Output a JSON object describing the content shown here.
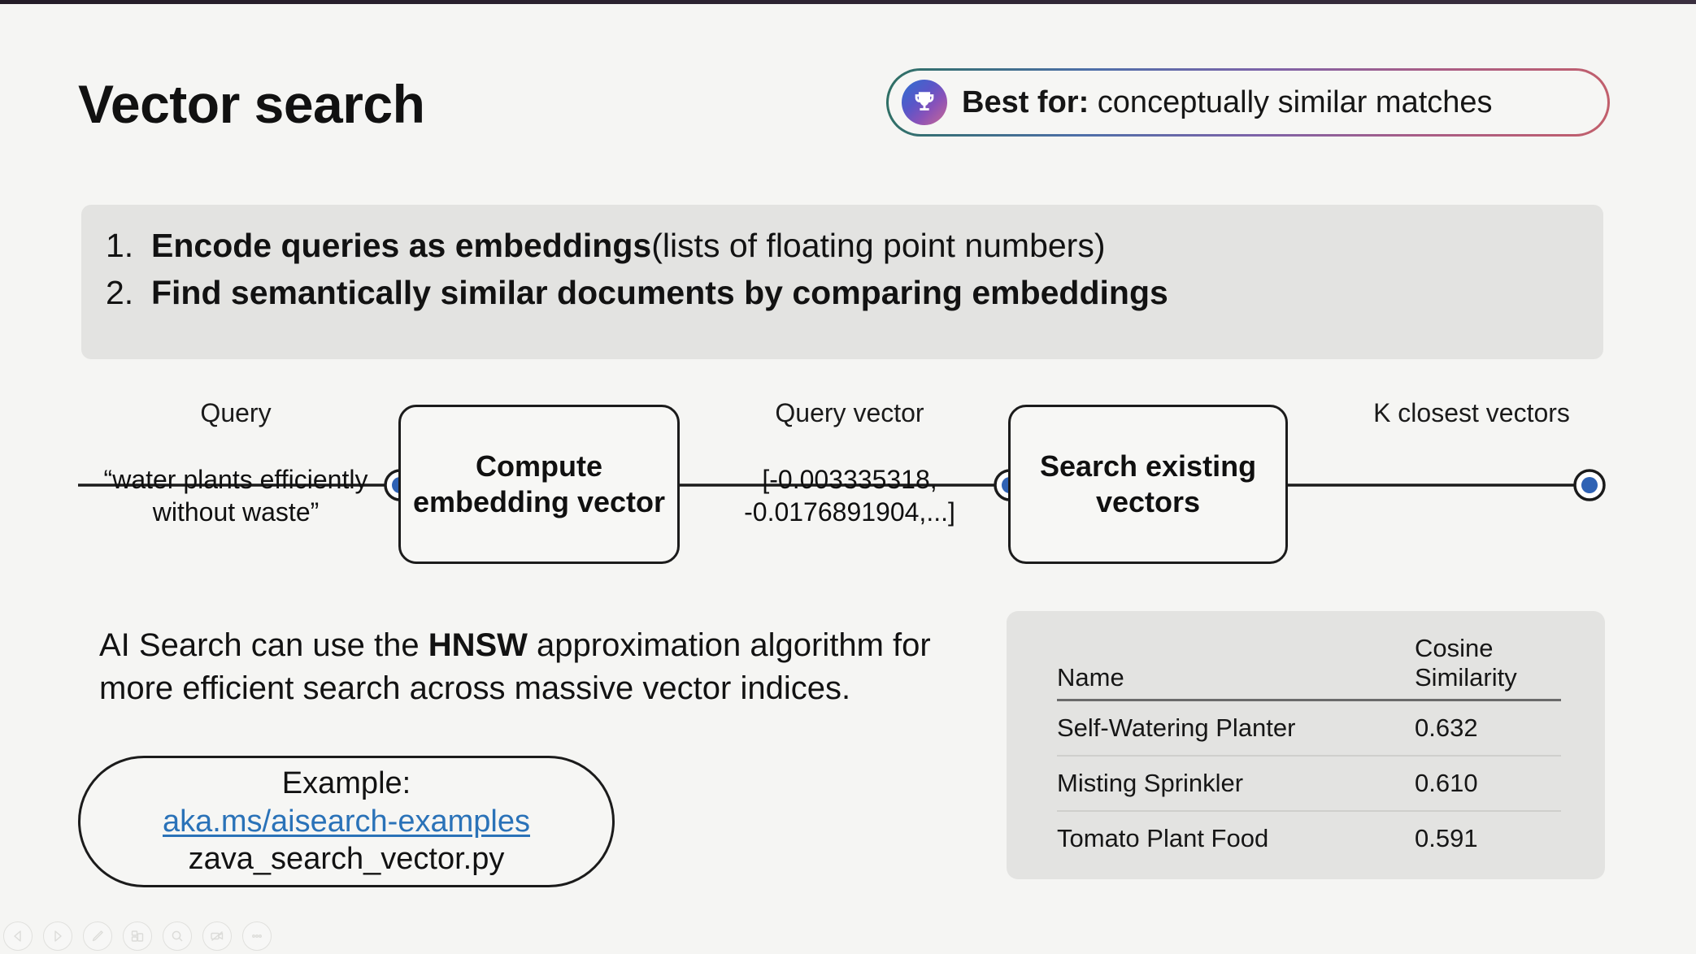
{
  "slide": {
    "title": "Vector search"
  },
  "badge": {
    "icon": "trophy-icon",
    "prefix": "Best for:",
    "value": "conceptually similar matches",
    "border_gradient": [
      "#2e6f63",
      "#7d63a8",
      "#c25f6b"
    ],
    "icon_gradient": [
      "#2f6fd0",
      "#8b52b8",
      "#c96a93"
    ]
  },
  "steps": {
    "items": [
      {
        "number": "1.",
        "strong": "Encode queries as embeddings",
        "plain": " (lists of floating point numbers)"
      },
      {
        "number": "2.",
        "strong": "Find semantically similar documents by comparing embeddings",
        "plain": ""
      }
    ],
    "panel_color": "#e3e3e1"
  },
  "diagram": {
    "edges": [
      {
        "label": "Query",
        "sub": "“water plants efficiently without waste”"
      },
      {
        "label": "Query vector",
        "sub": "[-0.003335318, -0.0176891904,...]"
      },
      {
        "label": "K closest vectors",
        "sub": ""
      }
    ],
    "nodes": [
      {
        "label": "Compute embedding vector"
      },
      {
        "label": "Search existing vectors"
      }
    ],
    "dot_color": "#2f62b4",
    "line_color": "#1b1b1b"
  },
  "hnsw": {
    "before": "AI Search can use the ",
    "strong": "HNSW",
    "after": " approximation algorithm for more efficient search across massive vector indices."
  },
  "example": {
    "label": "Example:",
    "link": "aka.ms/aisearch-examples",
    "file": "zava_search_vector.py",
    "link_color": "#2a72b8"
  },
  "results": {
    "columns": [
      "Name",
      "Cosine Similarity"
    ],
    "rows": [
      {
        "name": "Self-Watering Planter",
        "score": "0.632"
      },
      {
        "name": "Misting Sprinkler",
        "score": "0.610"
      },
      {
        "name": "Tomato Plant Food",
        "score": "0.591"
      }
    ]
  },
  "toolbar": {
    "buttons": [
      {
        "icon": "previous-slide-icon"
      },
      {
        "icon": "next-slide-icon"
      },
      {
        "icon": "pen-icon"
      },
      {
        "icon": "slide-layout-icon"
      },
      {
        "icon": "zoom-search-icon"
      },
      {
        "icon": "camera-off-icon"
      },
      {
        "icon": "more-options-icon"
      }
    ]
  }
}
